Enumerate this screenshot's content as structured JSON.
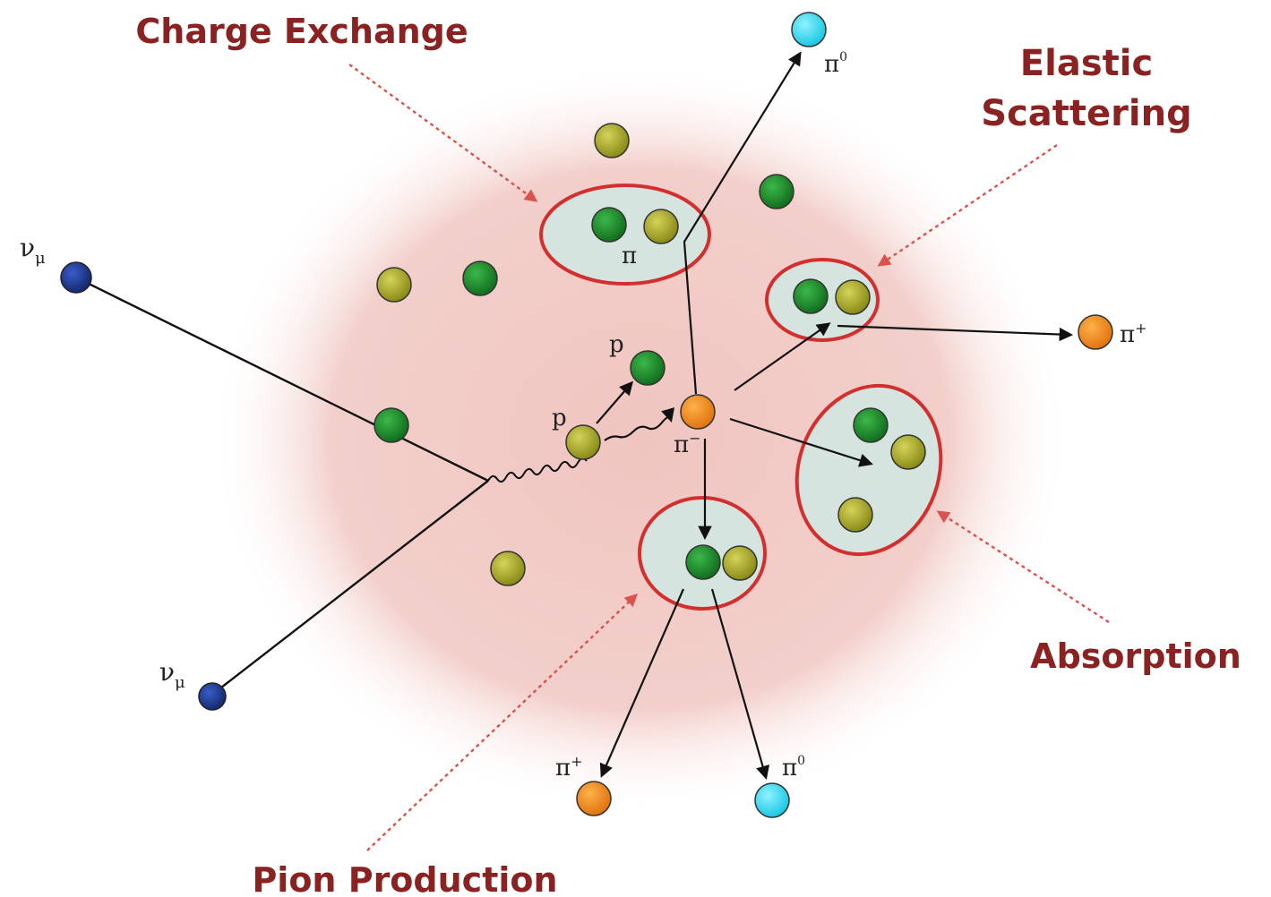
{
  "callouts": {
    "charge_exchange": "Charge Exchange",
    "elastic_line1": "Elastic",
    "elastic_line2": "Scattering",
    "absorption": "Absorption",
    "pion_production": "Pion Production"
  },
  "particle_labels": {
    "numu": "ν",
    "mu_sub": "μ",
    "proton": "p",
    "pi": "π",
    "pi0": "π",
    "zero_sup": "0",
    "plus_sup": "+",
    "minus_sup": "−"
  },
  "colors": {
    "nucleus_glow": "#f2c9c4",
    "callout_text": "#8b2222",
    "callout_arrow": "#d9534f",
    "ellipse_stroke": "#d32f2f",
    "ellipse_fill": "#d6e4e0",
    "proton": "#a5a52a",
    "neutron": "#1e8e2e",
    "neutrino": "#1f3a8a",
    "charged_pion": "#f28c1e",
    "neutral_pion": "#33d9f0"
  }
}
